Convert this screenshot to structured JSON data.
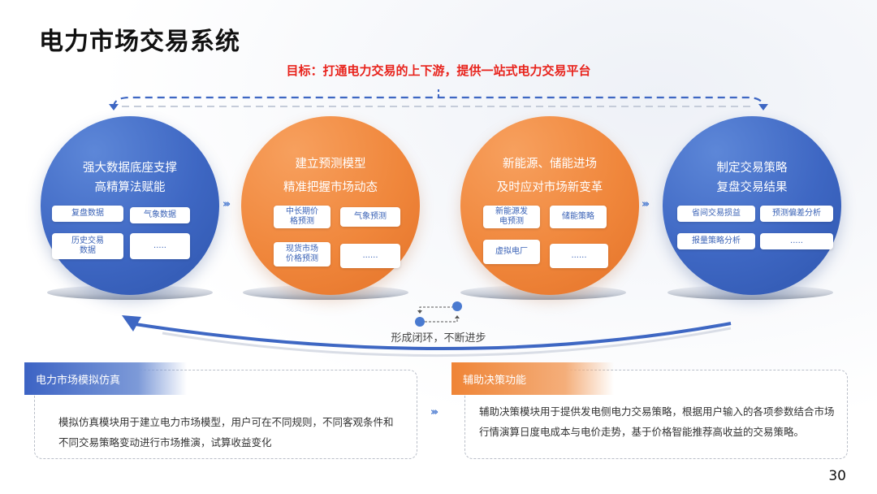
{
  "title": "电力市场交易系统",
  "goal": "目标：打通电力交易的上下游，提供一站式电力交易平台",
  "colors": {
    "blue": "#3e67c3",
    "orange": "#f0873c",
    "goal_red": "#e8231c"
  },
  "circles": [
    {
      "line1": "强大数据底座支撑",
      "line2": "高精算法赋能",
      "chips": [
        "复盘数据",
        "气象数据",
        "历史交易\n数据",
        "....."
      ]
    },
    {
      "line1": "建立预测模型",
      "line2": "精准把握市场动态",
      "chips": [
        "中长期价\n格预测",
        "气象预测",
        "现货市场\n价格预测",
        "......"
      ]
    },
    {
      "line1": "新能源、储能进场",
      "line2": "及时应对市场新变革",
      "chips": [
        "新能源发\n电预测",
        "储能策略",
        "虚拟电厂",
        "......"
      ]
    },
    {
      "line1": "制定交易策略",
      "line2": "复盘交易结果",
      "chips": [
        "省间交易损益",
        "预测偏差分析",
        "报量策略分析",
        "....."
      ]
    }
  ],
  "arrow_glyph": "›››",
  "loop_label": "形成闭环，不断进步",
  "panels": [
    {
      "tab": "电力市场模拟仿真",
      "text": "模拟仿真模块用于建立电力市场模型，用户可在不同规则，不同客观条件和不同交易策略变动进行市场推演，试算收益变化"
    },
    {
      "tab": "辅助决策功能",
      "text": "辅助决策模块用于提供发电侧电力交易策略，根据用户输入的各项参数结合市场行情演算日度电成本与电价走势，基于价格智能推荐高收益的交易策略。"
    }
  ],
  "page_number": "30"
}
